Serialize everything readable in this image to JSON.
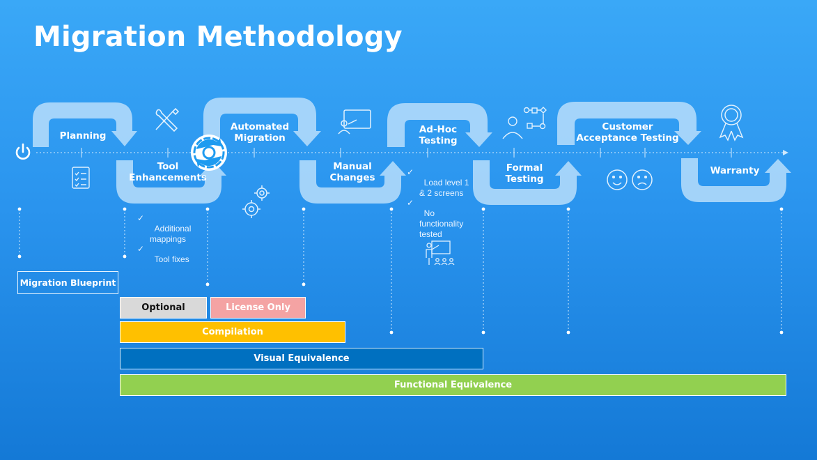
{
  "title": "Migration Methodology",
  "stages": {
    "planning": "Planning",
    "tool_enhancements": "Tool\nEnhancements",
    "automated_migration": "Automated\nMigration",
    "manual_changes": "Manual\nChanges",
    "adhoc_testing": "Ad-Hoc\nTesting",
    "formal_testing": "Formal\nTesting",
    "cat": "Customer\nAcceptance Testing",
    "warranty": "Warranty"
  },
  "notes": {
    "tool_1": "Additional\nmappings",
    "tool_2": "Tool fixes",
    "adhoc_1": "Load level 1\n& 2 screens",
    "adhoc_2": "No\nfunctionality\ntested",
    "check": "✓"
  },
  "bars": {
    "blueprint": "Migration Blueprint",
    "optional": "Optional",
    "license_only": "License Only",
    "compilation": "Compilation",
    "visual": "Visual Equivalence",
    "functional": "Functional Equivalence"
  },
  "colors": {
    "arrow_fill": "#b4dcfa",
    "optional": "#d9d9d9",
    "license_only": "#f4a3a3",
    "compilation": "#ffc000",
    "visual": "#0070c0",
    "functional": "#92d050"
  },
  "icons": [
    "power-icon",
    "tools-icon",
    "checklist-icon",
    "sync-gear-icon",
    "gears-icon",
    "presentation-icon",
    "flowchart-icon",
    "teacher-icon",
    "smiley-icon",
    "sad-face-icon",
    "award-ribbon-icon"
  ]
}
